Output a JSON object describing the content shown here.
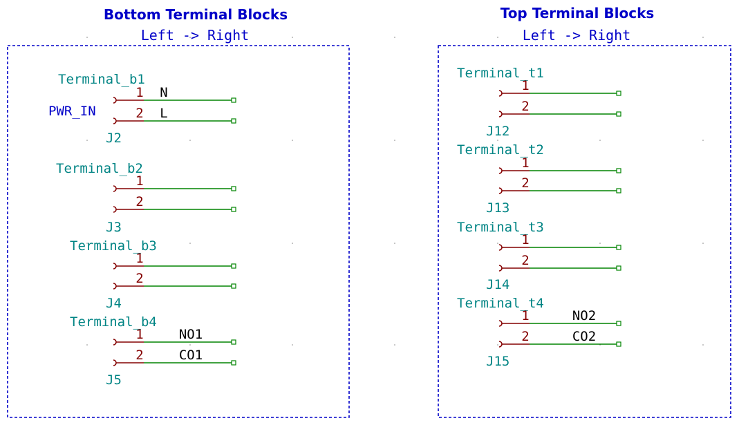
{
  "colors": {
    "frame": "#0000c8",
    "title": "#0000c8",
    "ref": "#008484",
    "pin": "#840000",
    "wire": "#008400",
    "net": "#000000",
    "grid": "#848484"
  },
  "panels": [
    {
      "title": "Bottom Terminal Blocks",
      "subtitle": "Left -> Right",
      "side_label": "PWR_IN",
      "blocks": [
        {
          "value": "Terminal_b1",
          "ref": "J2",
          "pins": [
            {
              "num": "1",
              "net": "N"
            },
            {
              "num": "2",
              "net": "L"
            }
          ]
        },
        {
          "value": "Terminal_b2",
          "ref": "J3",
          "pins": [
            {
              "num": "1",
              "net": ""
            },
            {
              "num": "2",
              "net": ""
            }
          ]
        },
        {
          "value": "Terminal_b3",
          "ref": "J4",
          "pins": [
            {
              "num": "1",
              "net": ""
            },
            {
              "num": "2",
              "net": ""
            }
          ]
        },
        {
          "value": "Terminal_b4",
          "ref": "J5",
          "pins": [
            {
              "num": "1",
              "net": "NO1"
            },
            {
              "num": "2",
              "net": "CO1"
            }
          ]
        }
      ]
    },
    {
      "title": "Top Terminal Blocks",
      "subtitle": "Left -> Right",
      "side_label": "",
      "blocks": [
        {
          "value": "Terminal_t1",
          "ref": "J12",
          "pins": [
            {
              "num": "1",
              "net": ""
            },
            {
              "num": "2",
              "net": ""
            }
          ]
        },
        {
          "value": "Terminal_t2",
          "ref": "J13",
          "pins": [
            {
              "num": "1",
              "net": ""
            },
            {
              "num": "2",
              "net": ""
            }
          ]
        },
        {
          "value": "Terminal_t3",
          "ref": "J14",
          "pins": [
            {
              "num": "1",
              "net": ""
            },
            {
              "num": "2",
              "net": ""
            }
          ]
        },
        {
          "value": "Terminal_t4",
          "ref": "J15",
          "pins": [
            {
              "num": "1",
              "net": "NO2"
            },
            {
              "num": "2",
              "net": "CO2"
            }
          ]
        }
      ]
    }
  ]
}
